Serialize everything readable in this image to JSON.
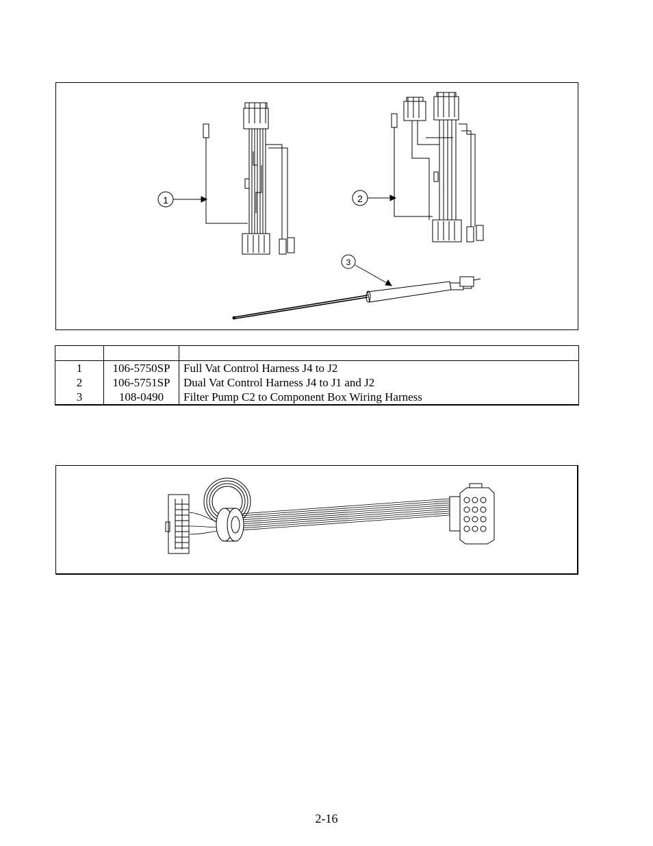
{
  "figure1": {
    "callouts": [
      "1",
      "2",
      "3"
    ]
  },
  "parts_table": {
    "headers": [
      "",
      "",
      ""
    ],
    "rows": [
      {
        "item": "1",
        "part": "106-5750SP",
        "description": "Full Vat Control Harness J4 to J2"
      },
      {
        "item": "2",
        "part": "106-5751SP",
        "description": "Dual Vat Control Harness J4 to J1 and J2"
      },
      {
        "item": "3",
        "part": "108-0490",
        "description": "Filter Pump  C2 to Component Box Wiring Harness"
      }
    ]
  },
  "page_number": "2-16"
}
